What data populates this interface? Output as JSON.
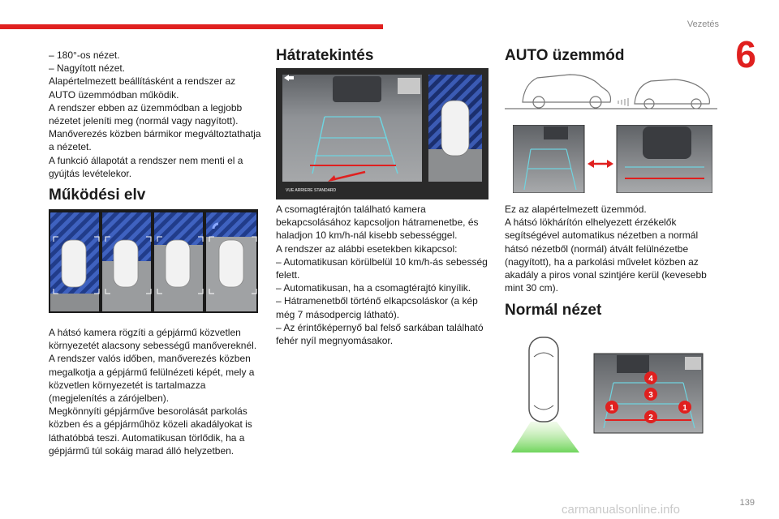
{
  "header": {
    "section": "Vezetés",
    "chapter": "6",
    "page": "139"
  },
  "col1": {
    "lines": [
      "–  180°-os nézet.",
      "–  Nagyított nézet.",
      "Alapértelmezett beállításként a rendszer az AUTO üzemmódban működik.",
      "A rendszer ebben az üzemmódban a legjobb nézetet jeleníti meg (normál vagy nagyított).",
      "Manőverezés közben bármikor megváltoztathatja a nézetet.",
      "A funkció állapotát a rendszer nem menti el a gyújtás levételekor."
    ],
    "heading": "Működési elv",
    "body": [
      "A hátsó kamera rögzíti a gépjármű közvetlen környezetét alacsony sebességű manővereknél.",
      "A rendszer valós időben, manőverezés közben megalkotja a gépjármű felülnézeti képét, mely a közvetlen környezetét is tartalmazza (megjelenítés a zárójelben).",
      "Megkönnyíti gépjárműve besorolását parkolás közben és a gépjárműhöz közeli akadályokat is láthatóbbá teszi. Automatikusan törlődik, ha a gépjármű túl sokáig marad álló helyzetben."
    ]
  },
  "col2": {
    "heading": "Hátratekintés",
    "screen_caption": "VUE ARRIERE STANDARD",
    "body": [
      "A csomagtérajtón található kamera bekapcsolásához kapcsoljon hátramenetbe, és haladjon 10 km/h-nál kisebb sebességgel.",
      "A rendszer az alábbi esetekben kikapcsol:",
      "–  Automatikusan körülbelül 10 km/h-ás sebesség felett.",
      "–  Automatikusan, ha a csomagtérajtó kinyílik.",
      "–  Hátramenetből történő elkapcsoláskor (a kép még 7 másodpercig látható).",
      "–  Az érintőképernyő bal felső sarkában található fehér nyíl megnyomásakor."
    ]
  },
  "col3": {
    "heading": "AUTO üzemmód",
    "body": [
      "Ez az alapértelmezett üzemmód.",
      "A hátsó lökhárítón elhelyezett érzékelők segítségével automatikus nézetben a normál hátsó nézetből (normál) átvált felülnézetbe (nagyított), ha a parkolási művelet közben az akadály a piros vonal szintjére kerül (kevesebb mint 30 cm)."
    ],
    "heading2": "Normál nézet",
    "markers": [
      "4",
      "3",
      "1",
      "2",
      "1"
    ]
  },
  "colors": {
    "accent": "#e0201f",
    "guide": "#6fd3df",
    "hatch": "#2a4593"
  },
  "watermark": "carmanualsonline.info"
}
